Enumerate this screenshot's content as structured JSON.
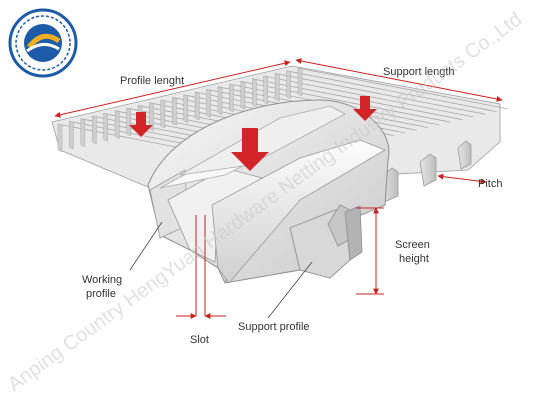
{
  "labels": {
    "profile_length": "Profile lenght",
    "support_length": "Support length",
    "pitch": "Pitch",
    "screen_height_1": "Screen",
    "screen_height_2": "height",
    "working_profile_1": "Working",
    "working_profile_2": "profile",
    "support_profile": "Support profile",
    "slot": "Slot"
  },
  "watermark": "Anping Country HengYuan Hardware Netting Industry Products Co.,Ltd",
  "colors": {
    "dim_line": "#cc1f1f",
    "arrow": "#d3242a",
    "steel_light": "#f4f4f4",
    "steel_mid": "#d9d9d9",
    "steel_dark": "#a9a9a9",
    "logo_blue": "#1d5aa8",
    "logo_gold": "#f2b01e"
  },
  "icons": [
    "company-logo",
    "down-arrow"
  ]
}
